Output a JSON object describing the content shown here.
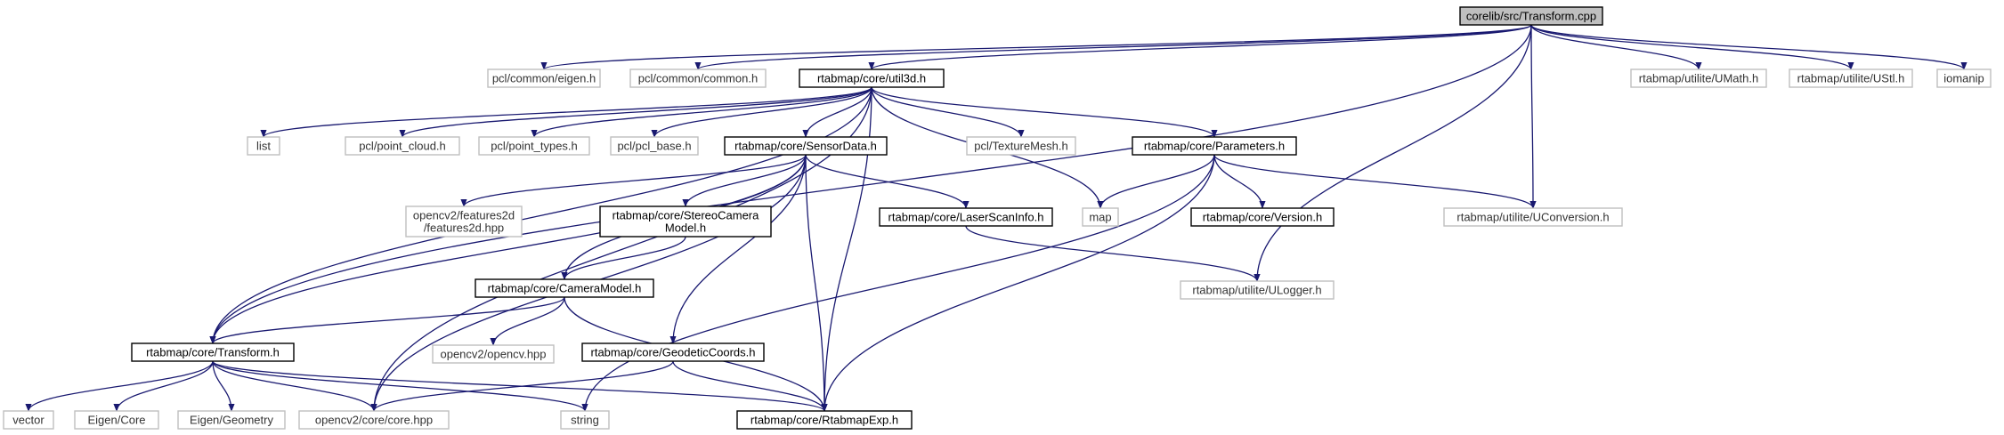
{
  "diagram": {
    "colors": {
      "edge": "#191970",
      "box_solid_stroke": "#000000",
      "box_dim_stroke": "#bfbfbf",
      "root_fill": "#bfbfbf",
      "label_solid": "#000000",
      "label_dim": "#333333"
    },
    "nodes": [
      {
        "id": "transform_cpp",
        "lines": [
          "corelib/src/Transform.cpp"
        ],
        "style": "root"
      },
      {
        "id": "pcl_eigen",
        "lines": [
          "pcl/common/eigen.h"
        ],
        "style": "dim"
      },
      {
        "id": "pcl_common",
        "lines": [
          "pcl/common/common.h"
        ],
        "style": "dim"
      },
      {
        "id": "util3d",
        "lines": [
          "rtabmap/core/util3d.h"
        ],
        "style": "solid"
      },
      {
        "id": "umath",
        "lines": [
          "rtabmap/utilite/UMath.h"
        ],
        "style": "dim"
      },
      {
        "id": "ustl",
        "lines": [
          "rtabmap/utilite/UStl.h"
        ],
        "style": "dim"
      },
      {
        "id": "iomanip",
        "lines": [
          "iomanip"
        ],
        "style": "dim"
      },
      {
        "id": "list",
        "lines": [
          "list"
        ],
        "style": "dim"
      },
      {
        "id": "pcl_point_cloud",
        "lines": [
          "pcl/point_cloud.h"
        ],
        "style": "dim"
      },
      {
        "id": "pcl_point_types",
        "lines": [
          "pcl/point_types.h"
        ],
        "style": "dim"
      },
      {
        "id": "pcl_base",
        "lines": [
          "pcl/pcl_base.h"
        ],
        "style": "dim"
      },
      {
        "id": "sensordata",
        "lines": [
          "rtabmap/core/SensorData.h"
        ],
        "style": "solid"
      },
      {
        "id": "texturemesh",
        "lines": [
          "pcl/TextureMesh.h"
        ],
        "style": "dim"
      },
      {
        "id": "parameters",
        "lines": [
          "rtabmap/core/Parameters.h"
        ],
        "style": "solid"
      },
      {
        "id": "features2d",
        "lines": [
          "opencv2/features2d",
          "/features2d.hpp"
        ],
        "style": "dim"
      },
      {
        "id": "stereocam",
        "lines": [
          "rtabmap/core/StereoCamera",
          "Model.h"
        ],
        "style": "solid"
      },
      {
        "id": "laserscan",
        "lines": [
          "rtabmap/core/LaserScanInfo.h"
        ],
        "style": "solid"
      },
      {
        "id": "map",
        "lines": [
          "map"
        ],
        "style": "dim"
      },
      {
        "id": "version",
        "lines": [
          "rtabmap/core/Version.h"
        ],
        "style": "solid"
      },
      {
        "id": "uconversion",
        "lines": [
          "rtabmap/utilite/UConversion.h"
        ],
        "style": "dim"
      },
      {
        "id": "cameramodel",
        "lines": [
          "rtabmap/core/CameraModel.h"
        ],
        "style": "solid"
      },
      {
        "id": "ulogger",
        "lines": [
          "rtabmap/utilite/ULogger.h"
        ],
        "style": "dim"
      },
      {
        "id": "opencv_hpp",
        "lines": [
          "opencv2/opencv.hpp"
        ],
        "style": "dim"
      },
      {
        "id": "transform_h",
        "lines": [
          "rtabmap/core/Transform.h"
        ],
        "style": "solid"
      },
      {
        "id": "geodetic",
        "lines": [
          "rtabmap/core/GeodeticCoords.h"
        ],
        "style": "solid"
      },
      {
        "id": "vector",
        "lines": [
          "vector"
        ],
        "style": "dim"
      },
      {
        "id": "eigen_core",
        "lines": [
          "Eigen/Core"
        ],
        "style": "dim"
      },
      {
        "id": "eigen_geometry",
        "lines": [
          "Eigen/Geometry"
        ],
        "style": "dim"
      },
      {
        "id": "core_hpp",
        "lines": [
          "opencv2/core/core.hpp"
        ],
        "style": "dim"
      },
      {
        "id": "string",
        "lines": [
          "string"
        ],
        "style": "dim"
      },
      {
        "id": "rtabmapexp",
        "lines": [
          "rtabmap/core/RtabmapExp.h"
        ],
        "style": "solid"
      }
    ],
    "edges": [
      {
        "from": "transform_cpp",
        "to": "pcl_eigen"
      },
      {
        "from": "transform_cpp",
        "to": "pcl_common"
      },
      {
        "from": "transform_cpp",
        "to": "util3d"
      },
      {
        "from": "transform_cpp",
        "to": "umath"
      },
      {
        "from": "transform_cpp",
        "to": "ustl"
      },
      {
        "from": "transform_cpp",
        "to": "iomanip"
      },
      {
        "from": "transform_cpp",
        "to": "transform_h"
      },
      {
        "from": "transform_cpp",
        "to": "uconversion"
      },
      {
        "from": "transform_cpp",
        "to": "ulogger"
      },
      {
        "from": "util3d",
        "to": "list"
      },
      {
        "from": "util3d",
        "to": "pcl_point_cloud"
      },
      {
        "from": "util3d",
        "to": "pcl_point_types"
      },
      {
        "from": "util3d",
        "to": "pcl_base"
      },
      {
        "from": "util3d",
        "to": "sensordata"
      },
      {
        "from": "util3d",
        "to": "texturemesh"
      },
      {
        "from": "util3d",
        "to": "parameters"
      },
      {
        "from": "util3d",
        "to": "map"
      },
      {
        "from": "util3d",
        "to": "transform_h"
      },
      {
        "from": "util3d",
        "to": "core_hpp"
      },
      {
        "from": "util3d",
        "to": "rtabmapexp"
      },
      {
        "from": "sensordata",
        "to": "features2d"
      },
      {
        "from": "sensordata",
        "to": "stereocam"
      },
      {
        "from": "sensordata",
        "to": "laserscan"
      },
      {
        "from": "sensordata",
        "to": "cameramodel"
      },
      {
        "from": "sensordata",
        "to": "geodetic"
      },
      {
        "from": "sensordata",
        "to": "transform_h"
      },
      {
        "from": "sensordata",
        "to": "core_hpp"
      },
      {
        "from": "sensordata",
        "to": "rtabmapexp"
      },
      {
        "from": "parameters",
        "to": "map"
      },
      {
        "from": "parameters",
        "to": "version"
      },
      {
        "from": "parameters",
        "to": "uconversion"
      },
      {
        "from": "parameters",
        "to": "string"
      },
      {
        "from": "parameters",
        "to": "rtabmapexp"
      },
      {
        "from": "stereocam",
        "to": "cameramodel"
      },
      {
        "from": "laserscan",
        "to": "ulogger"
      },
      {
        "from": "cameramodel",
        "to": "transform_h"
      },
      {
        "from": "cameramodel",
        "to": "opencv_hpp"
      },
      {
        "from": "cameramodel",
        "to": "rtabmapexp"
      },
      {
        "from": "geodetic",
        "to": "core_hpp"
      },
      {
        "from": "geodetic",
        "to": "rtabmapexp"
      },
      {
        "from": "transform_h",
        "to": "vector"
      },
      {
        "from": "transform_h",
        "to": "eigen_core"
      },
      {
        "from": "transform_h",
        "to": "eigen_geometry"
      },
      {
        "from": "transform_h",
        "to": "core_hpp"
      },
      {
        "from": "transform_h",
        "to": "string"
      },
      {
        "from": "transform_h",
        "to": "rtabmapexp"
      }
    ]
  }
}
